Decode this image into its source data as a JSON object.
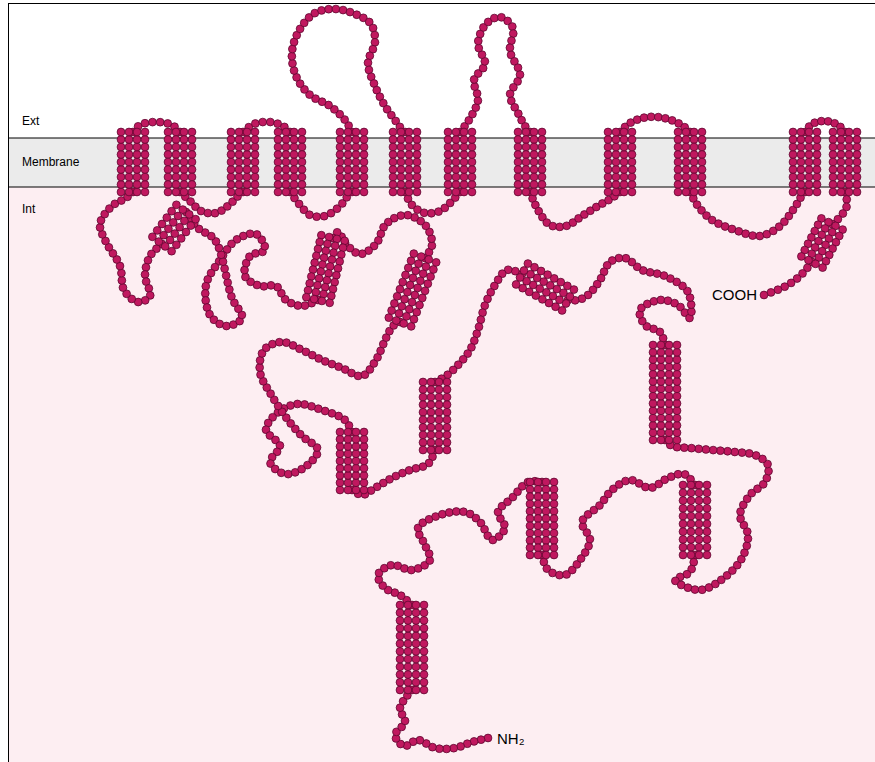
{
  "diagram": {
    "labels": [
      "Ext",
      "Membrane",
      "Int",
      "COOH",
      "NH₂"
    ]
  }
}
